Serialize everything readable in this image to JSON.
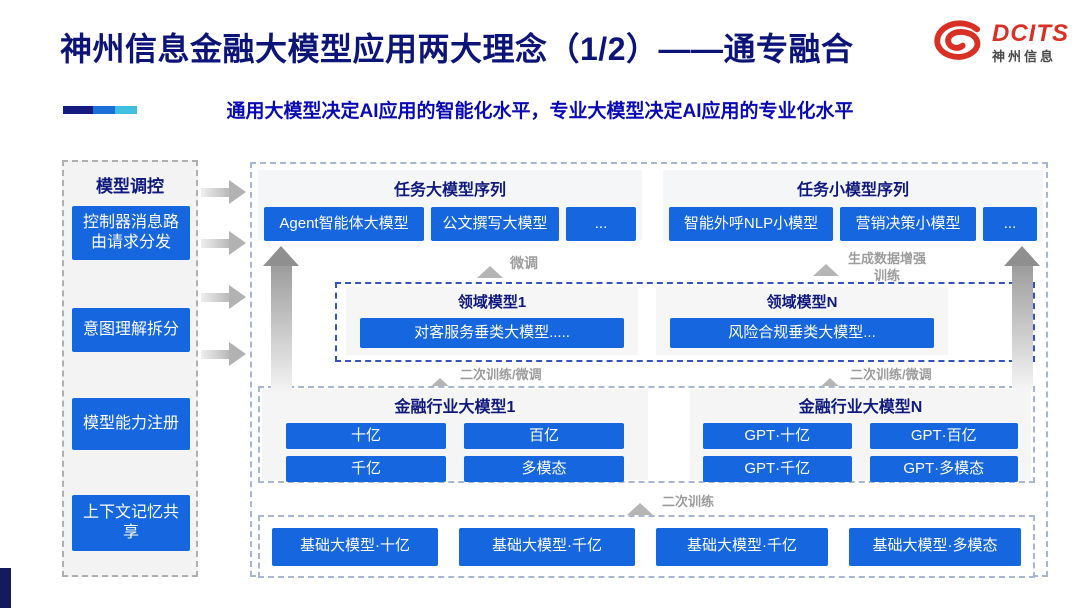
{
  "slide": {
    "title": "神州信息金融大模型应用两大理念（1/2）——通专融合",
    "subtitle": "通用大模型决定AI应用的智能化水平，专业大模型决定AI应用的专业化水平"
  },
  "logo": {
    "brand": "DCITS",
    "brand_cn": "神州信息"
  },
  "sidebar": {
    "header": "模型调控",
    "items": [
      {
        "label": "控制器消息路由请求分发"
      },
      {
        "label": "意图理解拆分"
      },
      {
        "label": "模型能力注册"
      },
      {
        "label": "上下文记忆共享"
      }
    ]
  },
  "task_rows": {
    "large": {
      "title": "任务大模型序列",
      "items": [
        "Agent智能体大模型",
        "公文撰写大模型",
        "..."
      ]
    },
    "small": {
      "title": "任务小模型序列",
      "items": [
        "智能外呼NLP小模型",
        "营销决策小模型",
        "..."
      ]
    }
  },
  "flow_labels": {
    "fine_tune": "微调",
    "gen_data_line1": "生成数据增强",
    "gen_data_line2": "训练",
    "retrain_ft_left": "二次训练/微调",
    "retrain_ft_right": "二次训练/微调",
    "retrain": "二次训练"
  },
  "domain_models": {
    "sections": [
      {
        "title": "领域模型1",
        "box": "对客服务垂类大模型....."
      },
      {
        "title": "领域模型N",
        "box": "风险合规垂类大模型..."
      }
    ]
  },
  "industry_models": {
    "sections": [
      {
        "title": "金融行业大模型1",
        "boxes": [
          "十亿",
          "百亿",
          "千亿",
          "多模态"
        ]
      },
      {
        "title": "金融行业大模型N",
        "boxes": [
          "GPT·十亿",
          "GPT·百亿",
          "GPT·千亿",
          "GPT·多模态"
        ]
      }
    ]
  },
  "base_models": {
    "boxes": [
      "基础大模型·十亿",
      "基础大模型·千亿",
      "基础大模型·千亿",
      "基础大模型·多模态"
    ]
  },
  "colors": {
    "accent_blue": "#1566df",
    "navy_heading": "#10197d",
    "title_navy": "#0d1478",
    "subtitle_blue": "#0a0ab4",
    "logo_red": "#d93025",
    "label_gray": "#9c9c9c",
    "arrow_gray": "#b5b5b5"
  }
}
